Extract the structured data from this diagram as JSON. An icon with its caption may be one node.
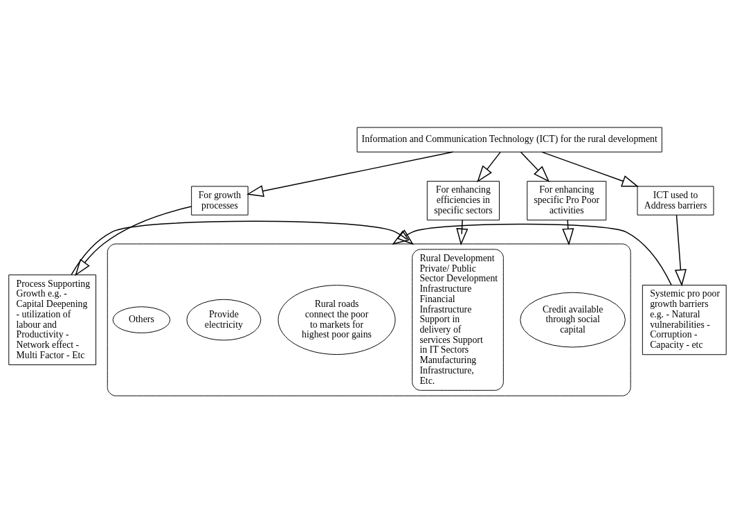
{
  "diagram": {
    "nodes": [
      {
        "text": [
          "Information and Communication Technology (ICT) for the rural development"
        ]
      },
      {
        "text": [
          "For growth processes"
        ]
      },
      {
        "text": [
          "For enhancing efficiencies in specific sectors"
        ]
      },
      {
        "text": [
          "For enhancing specific Pro Poor activities"
        ]
      },
      {
        "text": [
          "ICT used to Address barriers"
        ]
      },
      {
        "text": [
          "Process Supporting Growth e.g. - Capital Deepening - utilization of labour and Productivity - Network effect - Multi Factor - Etc"
        ]
      },
      {
        "text": [],
        "shape": "box"
      },
      {
        "text": [
          "Rural Development Private/ Public Sector Development Infrastructure Financial Infrastructure Support in delivery of services Support in IT Sectors Manufacturing Infrastructure, Etc."
        ],
        "in": 6
      },
      {
        "text": [
          "Credit available through social capital"
        ],
        "in": 6
      },
      {
        "text": [
          "Rural roads connect the poor to markets for highest poor gains"
        ],
        "in": 6
      },
      {
        "text": [
          "Provide electricity"
        ],
        "in": 6
      },
      {
        "text": [
          "Others"
        ],
        "in": 6
      },
      {
        "text": [
          "Systemic pro poor growth barriers e.g. - Natural vulnerabilities - Corruption - Capacity - etc"
        ]
      }
    ],
    "edges": [
      {
        "from": 0,
        "to": 1,
        "arrow": "to"
      },
      {
        "from": 0,
        "to": 2,
        "arrow": "to"
      },
      {
        "from": 0,
        "to": 3,
        "arrow": "to"
      },
      {
        "from": 0,
        "to": 4,
        "arrow": "to"
      },
      {
        "from": 1,
        "to": 5,
        "arrow": "to"
      },
      {
        "from": 2,
        "to": 6,
        "arrow": "to"
      },
      {
        "from": 3,
        "to": 6,
        "arrow": "to"
      },
      {
        "from": 4,
        "to": 12,
        "arrow": "to"
      },
      {
        "from": 5,
        "to": 6,
        "arrow": "to"
      },
      {
        "from": 12,
        "to": 6,
        "arrow": "to"
      }
    ]
  }
}
